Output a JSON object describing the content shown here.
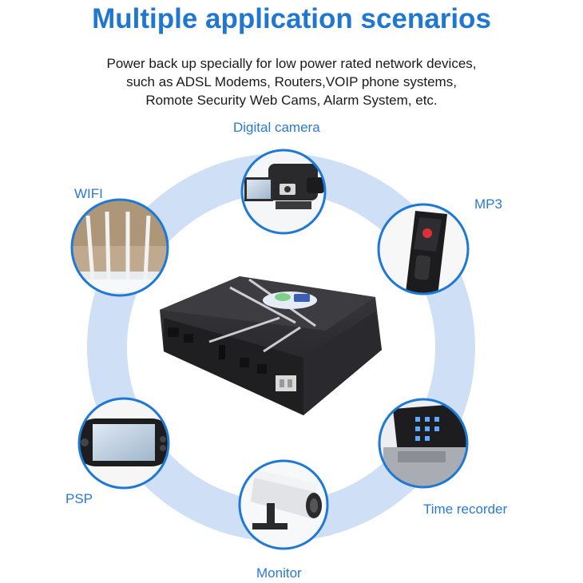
{
  "title": "Multiple application scenarios",
  "description": [
    "Power back up specially for low power rated network devices,",
    "such as ADSL Modems, Routers,VOIP phone systems,",
    "Romote Security Web Cams, Alarm System, etc."
  ],
  "scenarios": {
    "digital_camera": "Digital camera",
    "wifi": "WIFI",
    "mp3": "MP3",
    "psp": "PSP",
    "time_recorder": "Time recorder",
    "monitor": "Monitor"
  },
  "colors": {
    "title": "#1f77d0",
    "label": "#2a7ad1",
    "ring": "#cfe0f6",
    "circle_border": "#1e78d6",
    "device": "#2b2b2e"
  },
  "icons": [
    "camcorder-icon",
    "router-icon",
    "mp3-player-icon",
    "handheld-console-icon",
    "time-clock-icon",
    "security-camera-icon",
    "power-bank-icon"
  ]
}
